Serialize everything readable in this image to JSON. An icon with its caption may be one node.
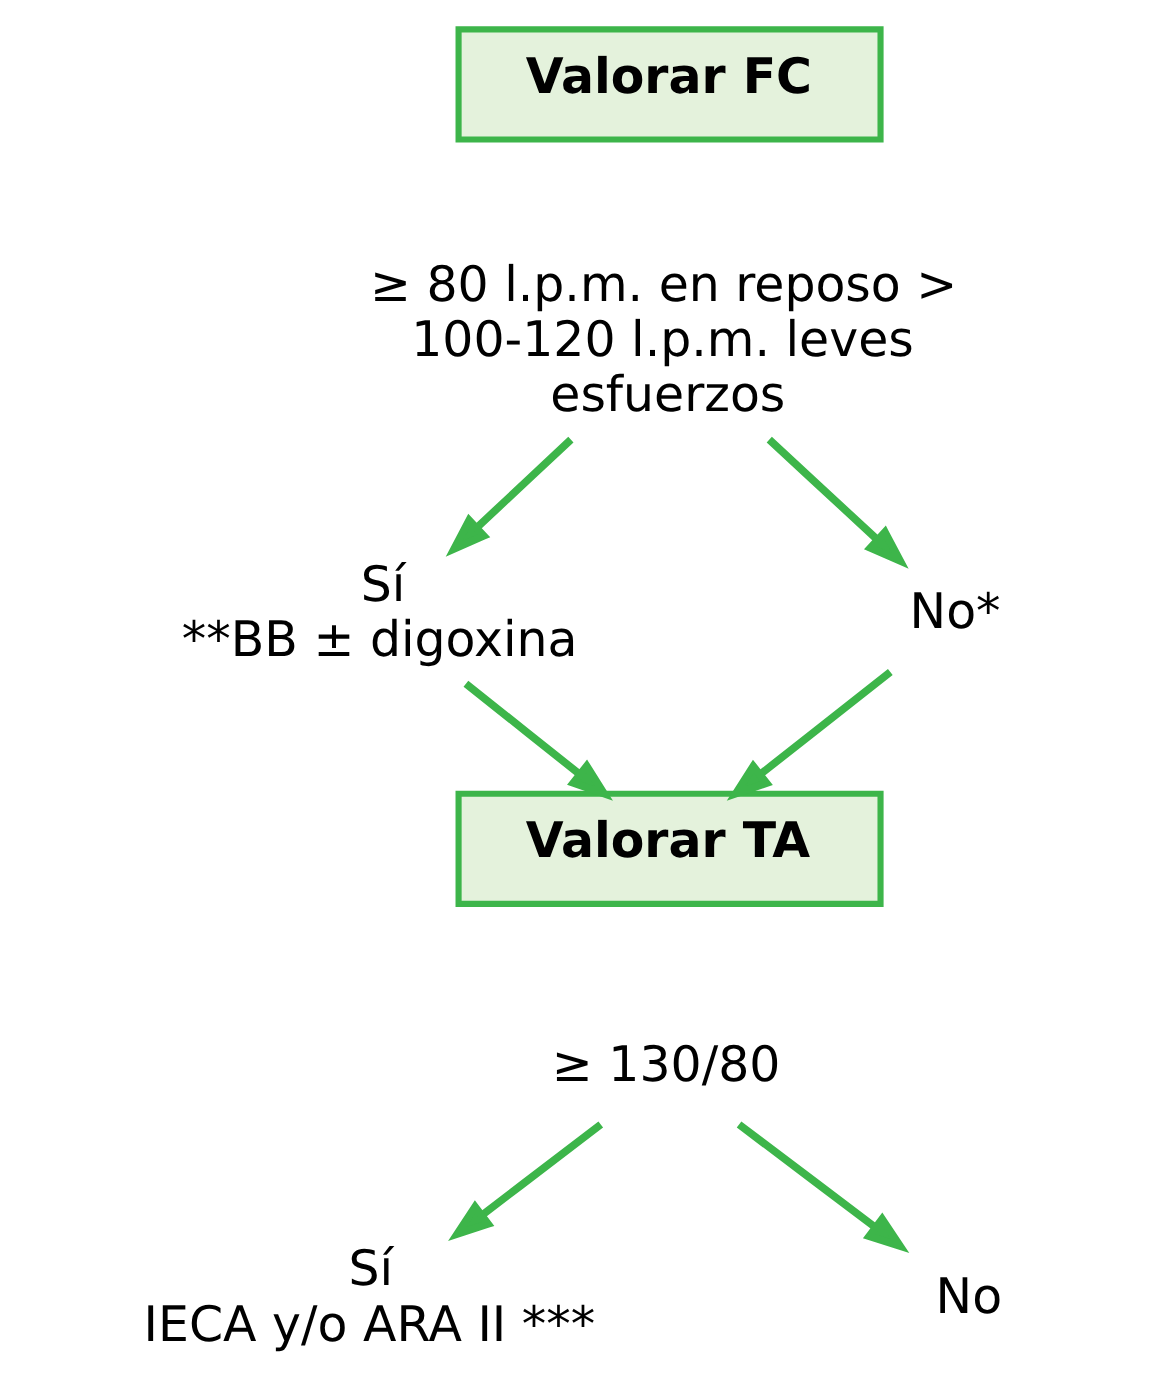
{
  "diagram": {
    "nodes": [
      {
        "text": [
          "Valorar FC"
        ]
      },
      {
        "text": [
          "≥ 80 l.p.m. en reposo > 100-120 l.p.m. leves esfuerzos"
        ]
      },
      {
        "text": [
          "Sí",
          "**BB ± digoxina"
        ]
      },
      {
        "text": [
          "No*"
        ]
      },
      {
        "text": [
          "Valorar TA"
        ]
      },
      {
        "text": [
          "≥ 130/80"
        ]
      },
      {
        "text": [
          "Sí",
          "IECA y/o ARA II ***"
        ]
      },
      {
        "text": [
          "No"
        ]
      }
    ],
    "edges": [
      {
        "from": 1,
        "to": 2,
        "arrow": "to"
      },
      {
        "from": 1,
        "to": 3,
        "arrow": "to"
      },
      {
        "from": 2,
        "to": 4,
        "arrow": "to"
      },
      {
        "from": 3,
        "to": 4,
        "arrow": "to"
      },
      {
        "from": 5,
        "to": 6,
        "arrow": "to"
      },
      {
        "from": 5,
        "to": 7,
        "arrow": "to"
      }
    ]
  }
}
